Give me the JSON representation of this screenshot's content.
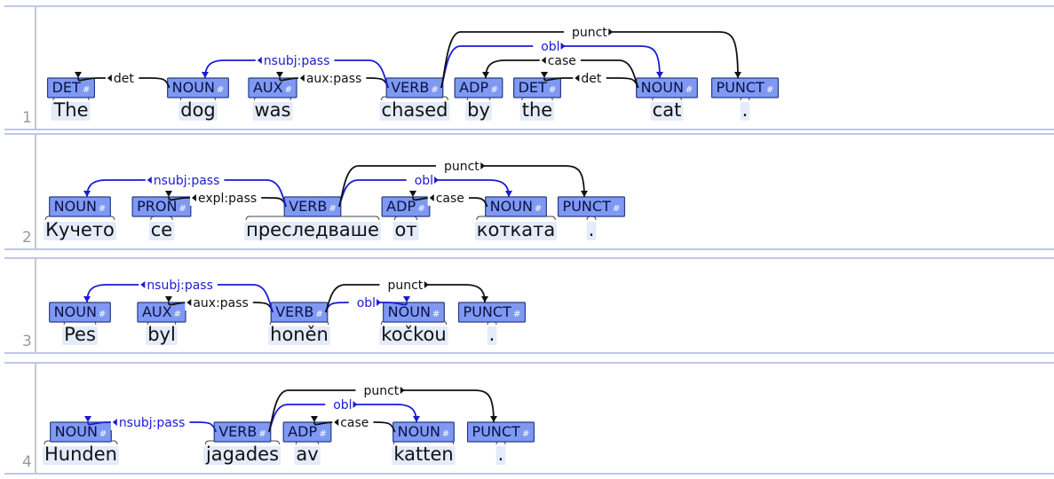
{
  "colors": {
    "default_arc": "#111111",
    "highlight_arc": "#1a1ad6",
    "tag_fill": "#7f99f3"
  },
  "tag_suffix": "#",
  "sentences": [
    {
      "number": "1",
      "tokens": [
        {
          "word": "The",
          "tag": "DET"
        },
        {
          "word": "dog",
          "tag": "NOUN"
        },
        {
          "word": "was",
          "tag": "AUX"
        },
        {
          "word": "chased",
          "tag": "VERB"
        },
        {
          "word": "by",
          "tag": "ADP"
        },
        {
          "word": "the",
          "tag": "DET"
        },
        {
          "word": "cat",
          "tag": "NOUN"
        },
        {
          "word": ".",
          "tag": "PUNCT"
        }
      ],
      "arcs": [
        {
          "head": 1,
          "dep": 0,
          "label": "det",
          "highlight": false
        },
        {
          "head": 3,
          "dep": 2,
          "label": "aux:pass",
          "highlight": false
        },
        {
          "head": 3,
          "dep": 1,
          "label": "nsubj:pass",
          "highlight": true
        },
        {
          "head": 6,
          "dep": 5,
          "label": "det",
          "highlight": false
        },
        {
          "head": 6,
          "dep": 4,
          "label": "case",
          "highlight": false
        },
        {
          "head": 3,
          "dep": 6,
          "label": "obl",
          "highlight": true
        },
        {
          "head": 3,
          "dep": 7,
          "label": "punct",
          "highlight": false
        }
      ]
    },
    {
      "number": "2",
      "tokens": [
        {
          "word": "Кучето",
          "tag": "NOUN"
        },
        {
          "word": "се",
          "tag": "PRON"
        },
        {
          "word": "преследваше",
          "tag": "VERB"
        },
        {
          "word": "от",
          "tag": "ADP"
        },
        {
          "word": "котката",
          "tag": "NOUN"
        },
        {
          "word": ".",
          "tag": "PUNCT"
        }
      ],
      "arcs": [
        {
          "head": 2,
          "dep": 1,
          "label": "expl:pass",
          "highlight": false
        },
        {
          "head": 2,
          "dep": 0,
          "label": "nsubj:pass",
          "highlight": true
        },
        {
          "head": 4,
          "dep": 3,
          "label": "case",
          "highlight": false
        },
        {
          "head": 2,
          "dep": 4,
          "label": "obl",
          "highlight": true
        },
        {
          "head": 2,
          "dep": 5,
          "label": "punct",
          "highlight": false
        }
      ]
    },
    {
      "number": "3",
      "tokens": [
        {
          "word": "Pes",
          "tag": "NOUN"
        },
        {
          "word": "byl",
          "tag": "AUX"
        },
        {
          "word": "honěn",
          "tag": "VERB"
        },
        {
          "word": "kočkou",
          "tag": "NOUN"
        },
        {
          "word": ".",
          "tag": "PUNCT"
        }
      ],
      "arcs": [
        {
          "head": 2,
          "dep": 1,
          "label": "aux:pass",
          "highlight": false
        },
        {
          "head": 2,
          "dep": 0,
          "label": "nsubj:pass",
          "highlight": true
        },
        {
          "head": 2,
          "dep": 3,
          "label": "obl",
          "highlight": true
        },
        {
          "head": 2,
          "dep": 4,
          "label": "punct",
          "highlight": false
        }
      ]
    },
    {
      "number": "4",
      "tokens": [
        {
          "word": "Hunden",
          "tag": "NOUN"
        },
        {
          "word": "jagades",
          "tag": "VERB"
        },
        {
          "word": "av",
          "tag": "ADP"
        },
        {
          "word": "katten",
          "tag": "NOUN"
        },
        {
          "word": ".",
          "tag": "PUNCT"
        }
      ],
      "arcs": [
        {
          "head": 1,
          "dep": 0,
          "label": "nsubj:pass",
          "highlight": true
        },
        {
          "head": 3,
          "dep": 2,
          "label": "case",
          "highlight": false
        },
        {
          "head": 1,
          "dep": 3,
          "label": "obl",
          "highlight": true
        },
        {
          "head": 1,
          "dep": 4,
          "label": "punct",
          "highlight": false
        }
      ]
    }
  ]
}
